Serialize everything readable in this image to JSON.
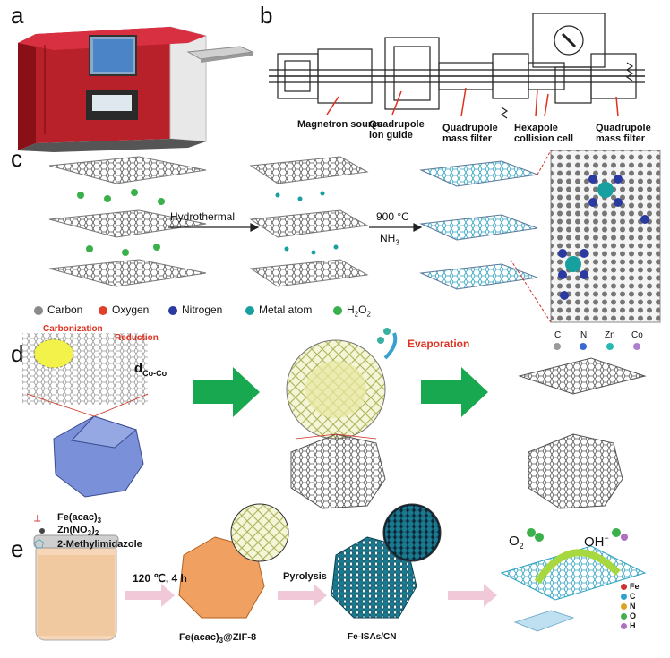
{
  "panels": {
    "a": {
      "letter": "a"
    },
    "b": {
      "letter": "b",
      "labels": [
        "Magnetron source",
        "Quadrupole\nion guide",
        "Quadrupole\nmass filter",
        "Hexapole\ncollision cell",
        "Quadrupole\nmass filter"
      ]
    },
    "c": {
      "letter": "c",
      "step1": "Hydrothermal",
      "step2_line1": "900 °C",
      "step2_line2": "NH",
      "step2_sub": "3",
      "legend": [
        {
          "label": "Carbon",
          "color": "#8a8a8a"
        },
        {
          "label": "Oxygen",
          "color": "#e0402a"
        },
        {
          "label": "Nitrogen",
          "color": "#2a3aa0"
        },
        {
          "label": "Metal atom",
          "color": "#18a0a0"
        },
        {
          "label": "H",
          "sub": "2",
          "label2": "O",
          "sub2": "2",
          "color": "#3ab04a"
        }
      ]
    },
    "d": {
      "letter": "d",
      "carbonization": "Carbonization",
      "reduction": "Reduction",
      "dist_main": "d",
      "dist_sub": "Co-Co",
      "evaporation": "Evaporation",
      "elements": [
        "C",
        "N",
        "Zn",
        "Co"
      ],
      "element_colors": [
        "#9a9a9a",
        "#3a6ad0",
        "#28b8b0",
        "#b080d0"
      ]
    },
    "e": {
      "letter": "e",
      "reagents": [
        {
          "label": "Fe(acac)",
          "sub": "3"
        },
        {
          "label": "Zn(NO",
          "sub": "3",
          "tail": ")",
          "sub2": "2"
        },
        {
          "label": "2-Methylimidazole"
        }
      ],
      "cond": "120 ℃, 4 h",
      "pyrolysis": "Pyrolysis",
      "product1_main": "Fe(acac)",
      "product1_sub": "3",
      "product1_tail": "@ZIF-8",
      "product2": "Fe-ISAs/CN",
      "o2_main": "O",
      "o2_sub": "2",
      "oh_main": "OH",
      "oh_sup": "−",
      "elem_legend": [
        {
          "label": "Fe",
          "color": "#d03030"
        },
        {
          "label": "C",
          "color": "#30a0d0"
        },
        {
          "label": "N",
          "color": "#e0a020"
        },
        {
          "label": "O",
          "color": "#40b050"
        },
        {
          "label": "H",
          "color": "#b070c0"
        }
      ]
    }
  }
}
